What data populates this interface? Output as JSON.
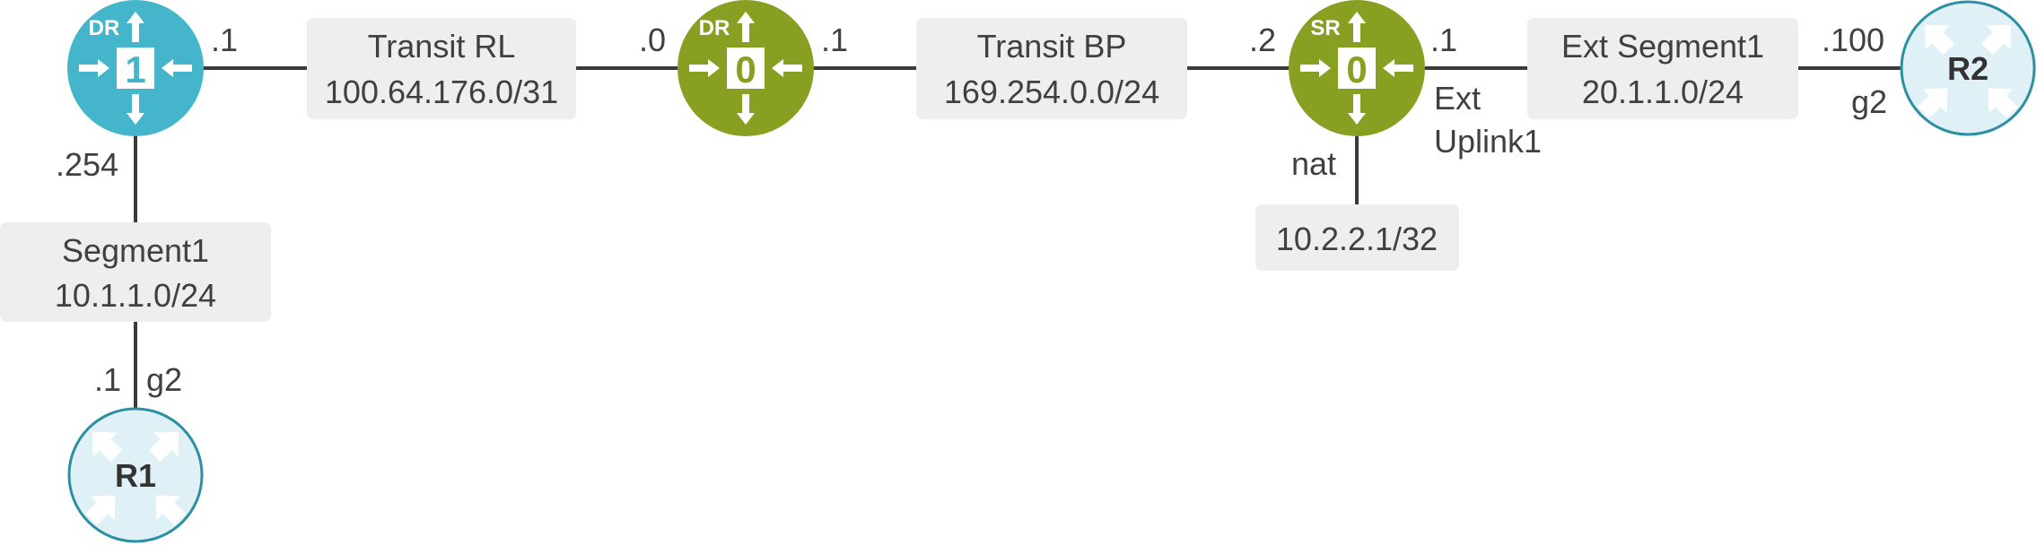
{
  "colors": {
    "dr1": "#45b5cc",
    "tier0": "#87a022",
    "router_fill": "#dff1f7",
    "router_stroke": "#2d8fa3",
    "box": "#eeeeee",
    "line": "#3a3a3a",
    "text": "#404040"
  },
  "nodes": {
    "t1_dr": {
      "badge": "DR",
      "number": "1"
    },
    "t0_dr": {
      "badge": "DR",
      "number": "0"
    },
    "t0_sr": {
      "badge": "SR",
      "number": "0"
    },
    "r1": {
      "label": "R1"
    },
    "r2": {
      "label": "R2"
    }
  },
  "segments": {
    "transit_rl": {
      "name": "Transit RL",
      "subnet": "100.64.176.0/31"
    },
    "transit_bp": {
      "name": "Transit BP",
      "subnet": "169.254.0.0/24"
    },
    "ext_segment1": {
      "name": "Ext Segment1",
      "subnet": "20.1.1.0/24"
    },
    "segment1": {
      "name": "Segment1",
      "subnet": "10.1.1.0/24"
    },
    "nat_pool": {
      "subnet": "10.2.2.1/32"
    }
  },
  "interfaces": {
    "t1_to_transit_rl": ".1",
    "t0dr_to_transit_rl": ".0",
    "t0dr_to_transit_bp": ".1",
    "t0sr_to_transit_bp": ".2",
    "t0sr_to_ext": ".1",
    "ext_uplink_line1": "Ext",
    "ext_uplink_line2": "Uplink1",
    "nat": "nat",
    "r2_addr": ".100",
    "r2_if": "g2",
    "t1_to_segment1": ".254",
    "r1_addr": ".1",
    "r1_if": "g2"
  }
}
